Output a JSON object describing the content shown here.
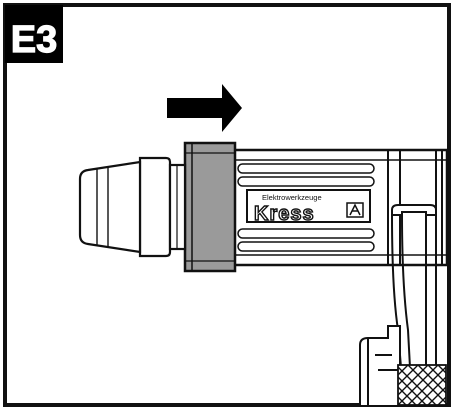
{
  "figure": {
    "step_label": "E3",
    "brand_tagline": "Elektrowerkzeuge",
    "brand_name": "Kress",
    "arrow_direction": "right"
  },
  "colors": {
    "ink": "#111111",
    "paper": "#ffffff",
    "collar": "#9a9a9a",
    "badge": "#000000",
    "badge_text": "#ffffff"
  },
  "icons": [
    "arrow-right-icon",
    "kress-logo-icon"
  ]
}
